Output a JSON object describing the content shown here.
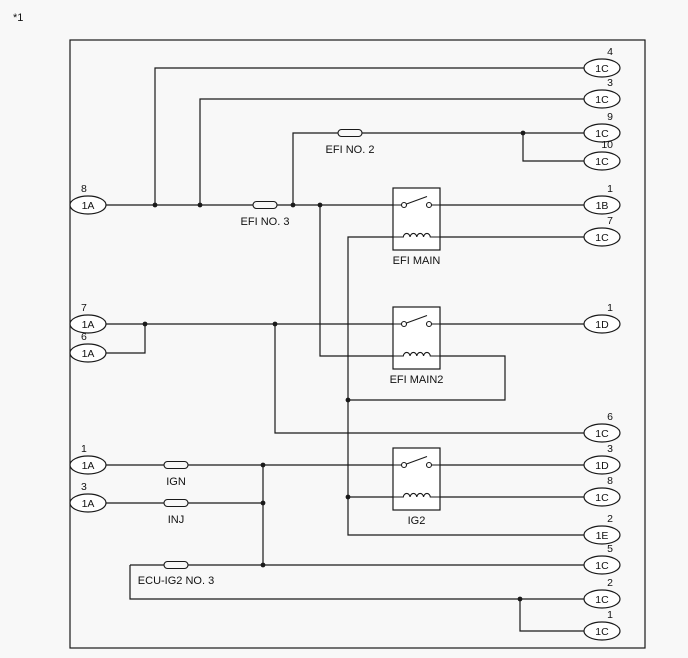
{
  "note": "*1",
  "relays": [
    {
      "name": "EFI MAIN"
    },
    {
      "name": "EFI MAIN2"
    },
    {
      "name": "IG2"
    }
  ],
  "fuses": [
    {
      "name": "EFI NO. 2"
    },
    {
      "name": "EFI NO. 3"
    },
    {
      "name": "IGN"
    },
    {
      "name": "INJ"
    },
    {
      "name": "ECU-IG2 NO. 3"
    }
  ],
  "connectors_left": [
    {
      "pin": "8",
      "label": "1A"
    },
    {
      "pin": "7",
      "label": "1A"
    },
    {
      "pin": "6",
      "label": "1A"
    },
    {
      "pin": "1",
      "label": "1A"
    },
    {
      "pin": "3",
      "label": "1A"
    }
  ],
  "connectors_right": [
    {
      "pin": "4",
      "label": "1C"
    },
    {
      "pin": "3",
      "label": "1C"
    },
    {
      "pin": "9",
      "label": "1C"
    },
    {
      "pin": "10",
      "label": "1C"
    },
    {
      "pin": "1",
      "label": "1B"
    },
    {
      "pin": "7",
      "label": "1C"
    },
    {
      "pin": "1",
      "label": "1D"
    },
    {
      "pin": "6",
      "label": "1C"
    },
    {
      "pin": "3",
      "label": "1D"
    },
    {
      "pin": "8",
      "label": "1C"
    },
    {
      "pin": "2",
      "label": "1E"
    },
    {
      "pin": "5",
      "label": "1C"
    },
    {
      "pin": "2",
      "label": "1C"
    },
    {
      "pin": "1",
      "label": "1C"
    }
  ],
  "colors": {
    "line": "#1a1a1a",
    "background": "#f8f8f8",
    "shape_fill": "#ffffff"
  }
}
